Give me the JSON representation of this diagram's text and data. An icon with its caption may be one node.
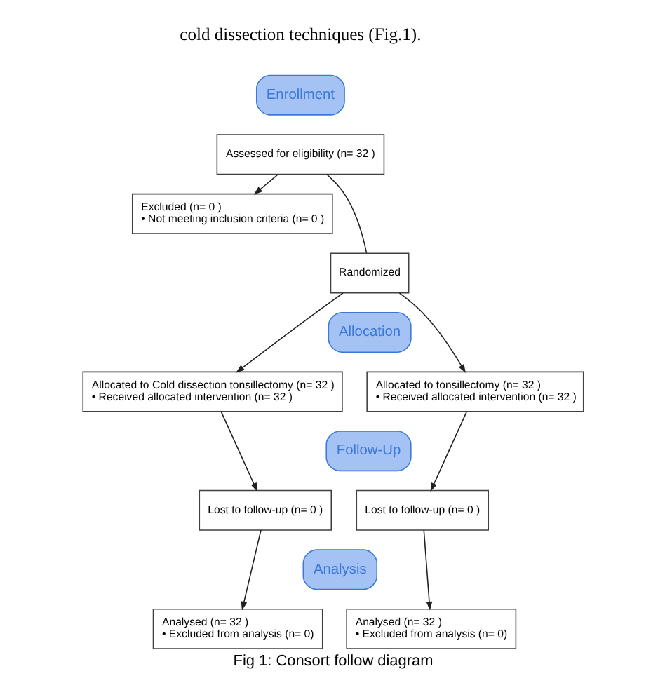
{
  "diagram": {
    "caption": "Fig 1: Consort follow diagram",
    "nodes": [
      {
        "text": [
          "Enrollment"
        ]
      },
      {
        "text": [
          "Assessed for eligibility (n= 32 )"
        ]
      },
      {
        "text": [
          "Excluded (n= 0 )",
          "• Not meeting inclusion criteria (n= 0 )"
        ]
      },
      {
        "text": [
          "Randomized"
        ]
      },
      {
        "text": [
          "Allocation"
        ]
      },
      {
        "text": [
          "Allocated to Cold dissection tonsillectomy (n= 32 )",
          "• Received allocated intervention (n= 32 )"
        ]
      },
      {
        "text": [
          "Allocated to tonsillectomy (n= 32 )",
          "• Received allocated intervention (n= 32 )"
        ]
      },
      {
        "text": [
          "Follow-Up"
        ]
      },
      {
        "text": [
          "Lost to follow-up (n= 0 )"
        ]
      },
      {
        "text": [
          "Lost to follow-up (n= 0 )"
        ]
      },
      {
        "text": [
          "Analysis"
        ]
      },
      {
        "text": [
          "Analysed (n= 32 )",
          "• Excluded from analysis (n= 0)"
        ]
      },
      {
        "text": [
          "Analysed (n= 32 )",
          "• Excluded from analysis (n= 0)"
        ]
      }
    ],
    "edges": [
      {
        "from": 1,
        "to": 2,
        "arrow": "to"
      },
      {
        "from": 1,
        "to": 3,
        "arrow": "none"
      },
      {
        "from": 3,
        "to": 5,
        "arrow": "to"
      },
      {
        "from": 3,
        "to": 6,
        "arrow": "to"
      },
      {
        "from": 5,
        "to": 8,
        "arrow": "to"
      },
      {
        "from": 6,
        "to": 9,
        "arrow": "to"
      },
      {
        "from": 8,
        "to": 11,
        "arrow": "to"
      },
      {
        "from": 9,
        "to": 12,
        "arrow": "to"
      }
    ],
    "labels": [
      "cold dissection techniques (Fig.1)."
    ]
  }
}
